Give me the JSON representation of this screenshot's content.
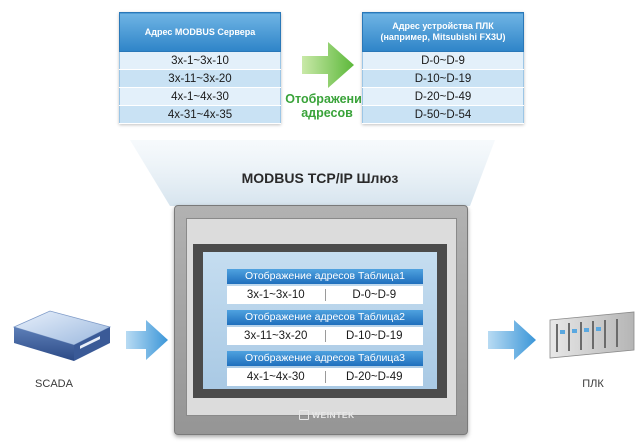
{
  "server_table": {
    "header": "Адрес MODBUS Сервера",
    "rows": [
      "3x-1~3x-10",
      "3x-11~3x-20",
      "4x-1~4x-30",
      "4x-31~4x-35"
    ]
  },
  "plc_table": {
    "header_line1": "Адрес устройства ПЛК",
    "header_line2": "(например, Mitsubishi FX3U)",
    "rows": [
      "D-0~D-9",
      "D-10~D-19",
      "D-20~D-49",
      "D-50~D-54"
    ]
  },
  "mapping_label": {
    "line1": "Отображение",
    "line2": "адресов"
  },
  "gateway_title": "MODBUS TCP/IP Шлюз",
  "screen": {
    "tables": [
      {
        "title": "Отображение адресов Таблица1",
        "left": "3x-1~3x-10",
        "right": "D-0~D-9"
      },
      {
        "title": "Отображение адресов Таблица2",
        "left": "3x-11~3x-20",
        "right": "D-10~D-19"
      },
      {
        "title": "Отображение адресов Таблица3",
        "left": "4x-1~4x-30",
        "right": "D-20~D-49"
      }
    ]
  },
  "brand": "WEINTEK",
  "scada_label": "SCADA",
  "plc_label": "ПЛК",
  "colors": {
    "table_header": "#2e84c8",
    "mapping_arrow": "#5cb83a",
    "flow_arrow": "#3b96d8",
    "mapping_text": "#3aa33a"
  }
}
